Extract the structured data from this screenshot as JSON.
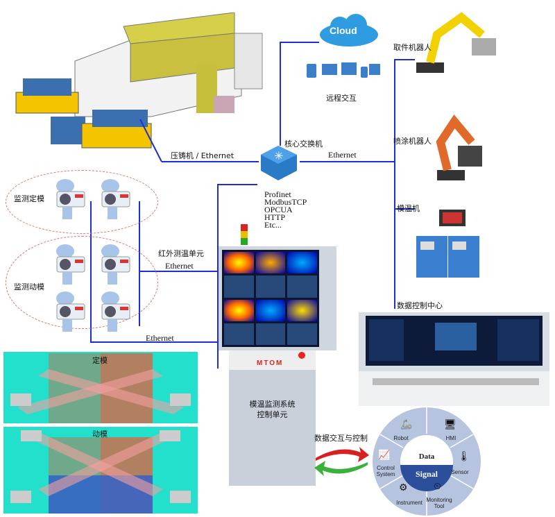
{
  "labels": {
    "remote": "远程交互",
    "cloud": "Cloud",
    "pick_robot": "取件机器人",
    "spray_robot": "喷涂机器人",
    "mold_temp_machine": "模温机",
    "data_center": "数据控制中心",
    "core_switch": "核心交换机",
    "die_cast_ethernet": "压铸机  / Ethernet",
    "ethernet_right": "Ethernet",
    "ir_unit": "红外测温单元",
    "ethernet_ir": "Ethernet",
    "ethernet_bottom": "Ethernet",
    "monitor_fixed": "监测定模",
    "monitor_moving": "监测动模",
    "control_unit_line1": "模温监测系统",
    "control_unit_line2": "控制单元",
    "data_exchange": "数据交互与控制",
    "fixed_mold": "定模",
    "moving_mold": "动模",
    "cabinet_brand": "MTOM"
  },
  "protocols": [
    "Profinet",
    "ModbusTCP",
    "OPCUA",
    "HTTP",
    "Etc..."
  ],
  "wheel": {
    "center_top": "Data",
    "center_bottom": "Signal",
    "segments": [
      "Robot",
      "HMI",
      "Sensor",
      "Monitoring Tool",
      "Instrument",
      "Control System"
    ]
  },
  "colors": {
    "network_line": "#1a2fd6",
    "signal": "#2b4f9a",
    "wheel": "#b7c4e0",
    "mold_bg": "#22e0cc"
  }
}
